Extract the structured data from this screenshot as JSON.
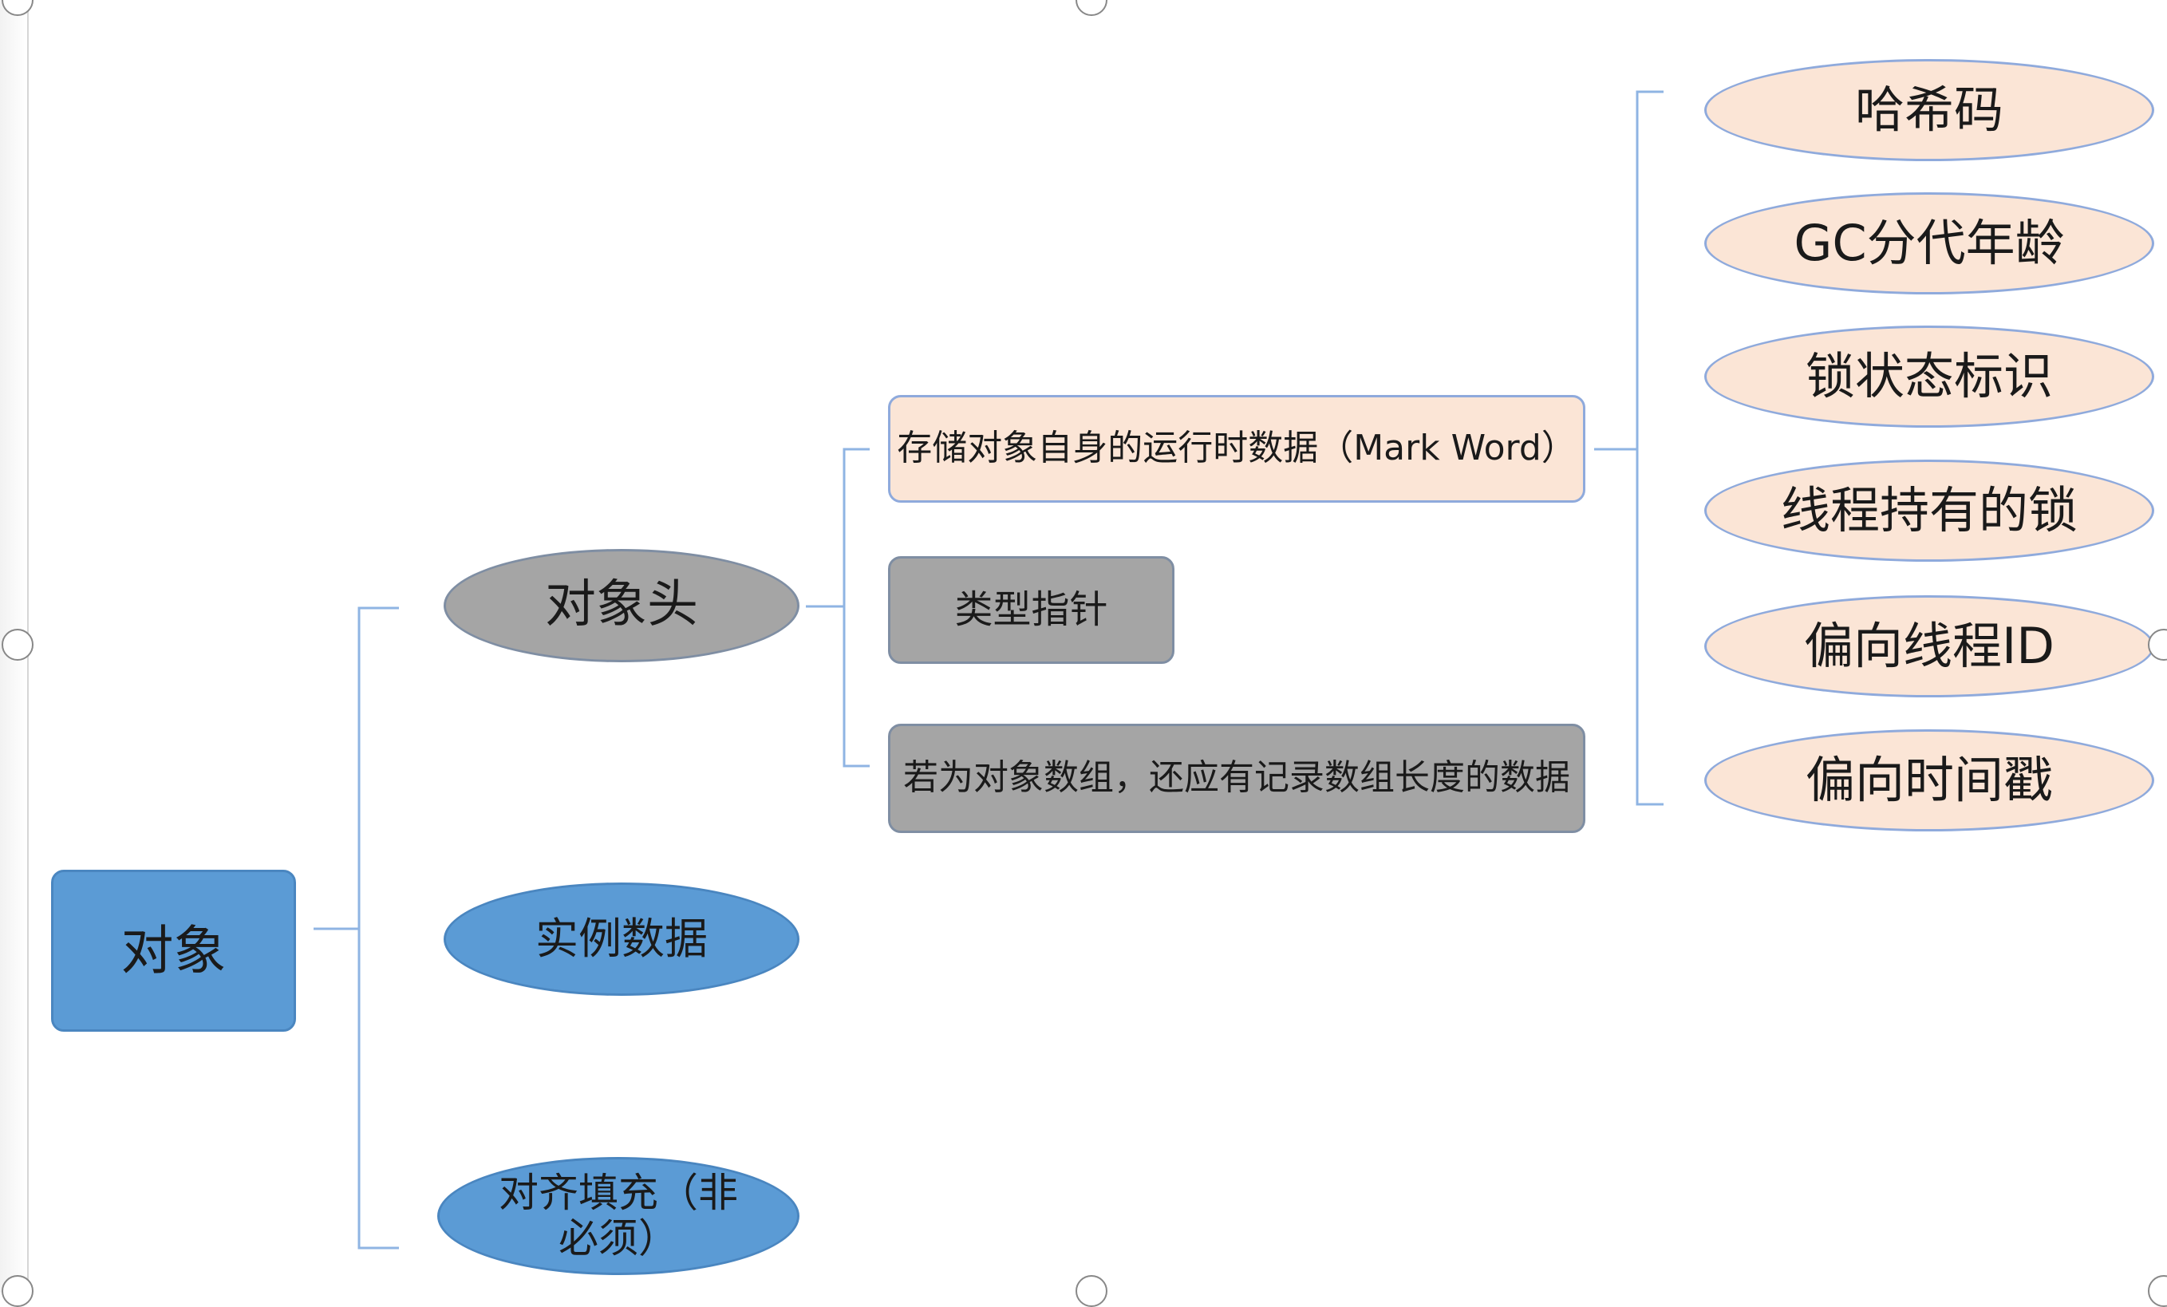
{
  "diagram": {
    "root": {
      "label": "对象"
    },
    "level1": [
      {
        "label": "对象头"
      },
      {
        "label": "实例数据"
      },
      {
        "label": "对齐填充（非必须）"
      }
    ],
    "header_parts": [
      {
        "label": "存储对象自身的运行时数据（Mark Word）"
      },
      {
        "label": "类型指针"
      },
      {
        "label": "若为对象数组，还应有记录数组长度的数据"
      }
    ],
    "mark_word_items": [
      {
        "label": "哈希码"
      },
      {
        "label": "GC分代年龄"
      },
      {
        "label": "锁状态标识"
      },
      {
        "label": "线程持有的锁"
      },
      {
        "label": "偏向线程ID"
      },
      {
        "label": "偏向时间戳"
      }
    ]
  },
  "colors": {
    "blue": "#5b9bd5",
    "gray": "#a5a5a5",
    "peach": "#fbe5d6",
    "connector": "#8fb4e3"
  }
}
